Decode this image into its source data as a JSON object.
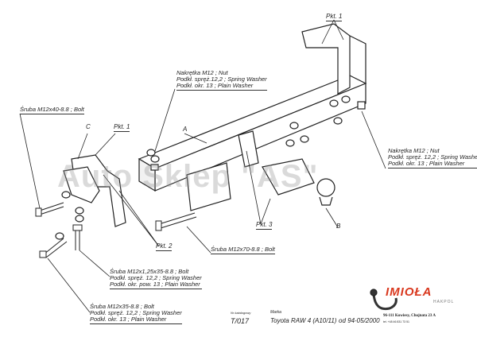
{
  "callouts": {
    "top_nut": [
      "Nakrętka M12 ; Nut",
      "Podkł. spręż.12,2 ; Spring Washer",
      "Podkł. okr. 13 ; Plain Washer"
    ],
    "left_bolt": [
      "Śruba M12x40-8.8 ; Bolt"
    ],
    "right_nut": [
      "Nakrętka M12 ; Nut",
      "Podkł. spręż. 12,2 ; Spring Washer",
      "Podkł. okr. 13 ; Plain Washer"
    ],
    "bolt_m12x70": [
      "Śruba M12x70-8.8 ; Bolt"
    ],
    "bolt_m12x125": [
      "Śruba M12x1,25x35-8.8 ; Bolt",
      "Podkł. spręż. 12,2 ; Spring Washer",
      "Podkł. okr. pow. 13 ; Plain Washer"
    ],
    "bolt_m12x35": [
      "Śruba M12x35-8.8 ; Bolt",
      "Podkł. spręż. 12,2 ; Spring Washer",
      "Podkł. okr. 13 ; Plain Washer"
    ]
  },
  "labels": {
    "pkt1_top": "Pkt. 1",
    "pkt1_left": "Pkt. 1",
    "pkt2": "Pkt. 2",
    "pkt3": "Pkt. 3",
    "a": "A",
    "b": "B",
    "c": "C"
  },
  "watermark": "Auto Sklep \"AS\"",
  "footer": {
    "catalog_label": "Nr katalogowy",
    "catalog_no": "T/017",
    "brand_label": "Marka",
    "model": "Toyota RAW 4 (A10/11)",
    "date": "od 94-05/2000",
    "address": "96-111 Kowiesy, Chojnata 23 A",
    "phone": "tel. +48 46 831 73 51",
    "logo": "IMIOŁA",
    "logo_sub": "HAKPOL",
    "logo_color": "#d9381e"
  }
}
